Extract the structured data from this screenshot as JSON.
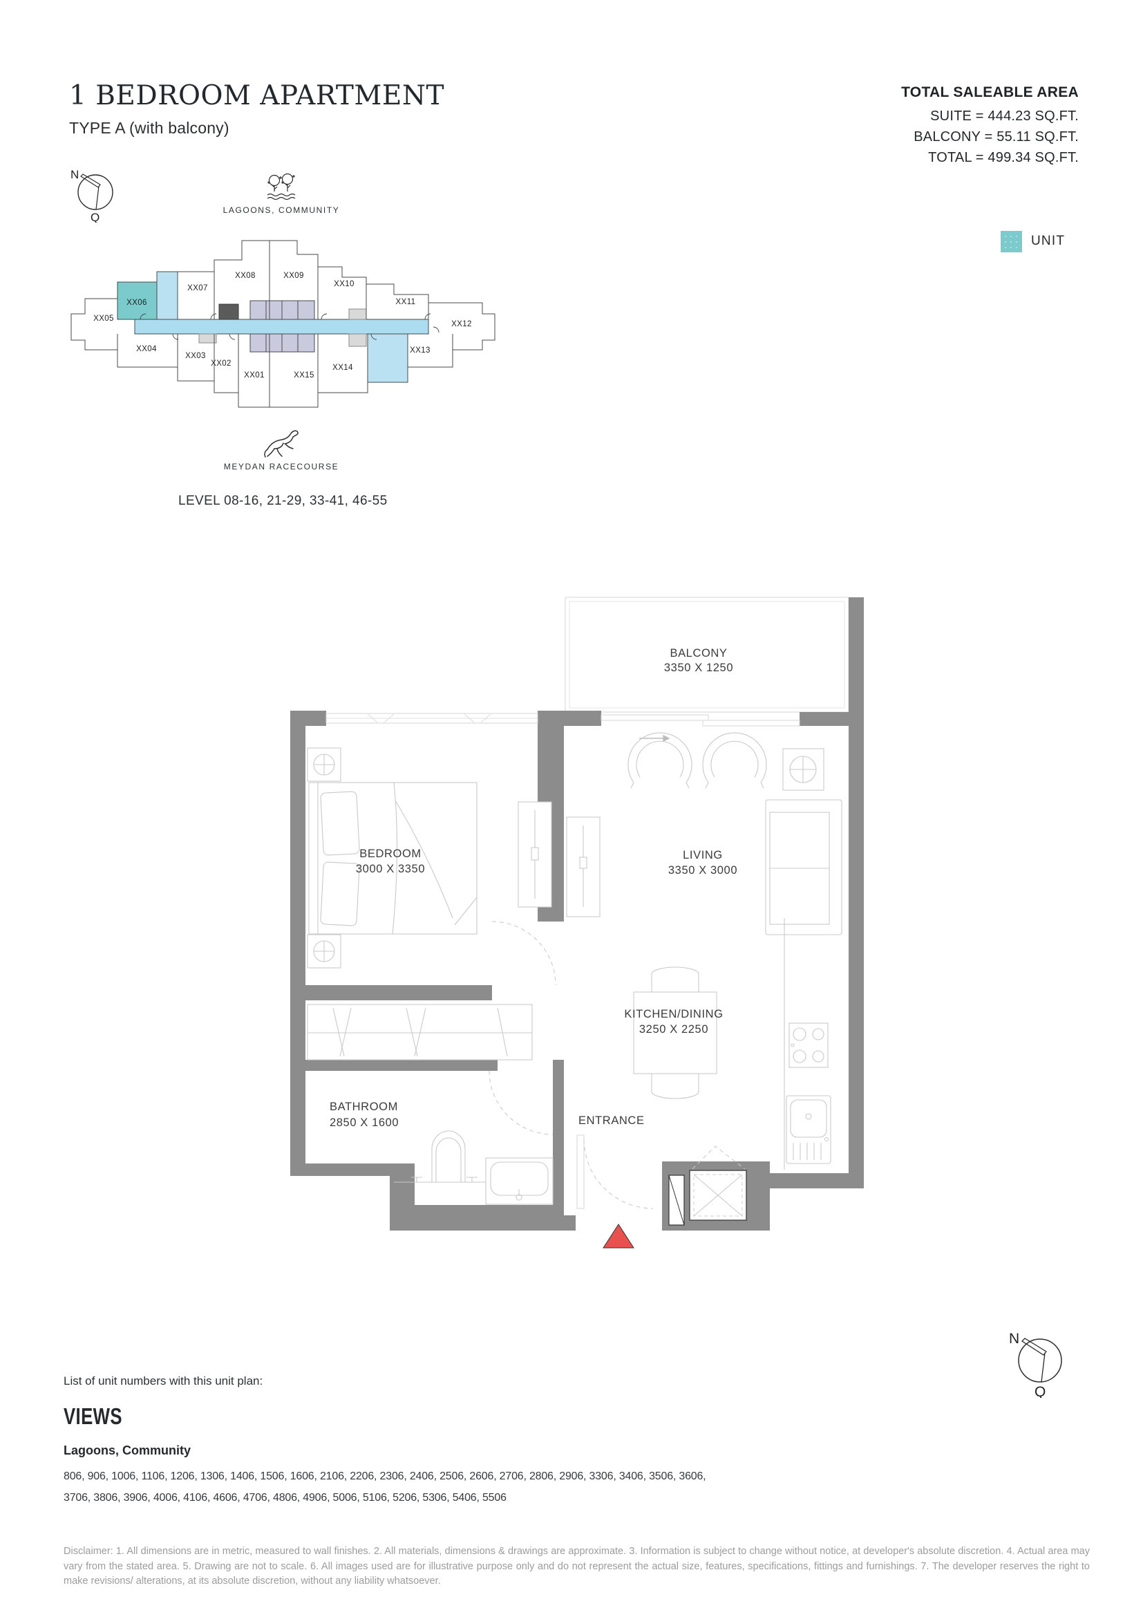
{
  "header": {
    "title": "1 BEDROOM APARTMENT",
    "subtitle": "TYPE A (with balcony)",
    "area_heading": "TOTAL SALEABLE AREA",
    "area_lines": [
      "SUITE = 444.23 SQ.FT.",
      "BALCONY = 55.11 SQ.FT.",
      "TOTAL = 499.34 SQ.FT."
    ]
  },
  "compass": {
    "north": "N",
    "q": "Q"
  },
  "keyplan": {
    "landmark_top": "LAGOONS, COMMUNITY",
    "landmark_bottom": "MEYDAN RACECOURSE",
    "level": "LEVEL 08-16, 21-29, 33-41, 46-55",
    "legend_label": "UNIT",
    "units": [
      "XX01",
      "XX02",
      "XX03",
      "XX04",
      "XX05",
      "XX06",
      "XX07",
      "XX08",
      "XX09",
      "XX10",
      "XX11",
      "XX12",
      "XX13",
      "XX14",
      "XX15"
    ]
  },
  "colors": {
    "unit_highlight": "#7bcbcd",
    "unit_secondary": "#b9e1f2",
    "corridor": "#acdcef",
    "core": "#cacade",
    "entrance_marker": "#e8514d"
  },
  "plan": {
    "rooms": {
      "balcony": {
        "name": "BALCONY",
        "dims": "3350 X 1250"
      },
      "bedroom": {
        "name": "BEDROOM",
        "dims": "3000 X 3350"
      },
      "living": {
        "name": "LIVING",
        "dims": "3350 X 3000"
      },
      "kitchen": {
        "name": "KITCHEN/DINING",
        "dims": "3250 X 2250"
      },
      "bathroom": {
        "name": "BATHROOM",
        "dims": "2850 X 1600"
      },
      "entrance": {
        "name": "ENTRANCE"
      }
    }
  },
  "footer": {
    "list_label": "List of unit numbers with this unit plan:",
    "views_heading": "VIEWS",
    "views_subheading": "Lagoons, Community",
    "unit_numbers_line1": "806, 906, 1006, 1106, 1206, 1306, 1406, 1506, 1606, 2106, 2206, 2306, 2406, 2506, 2606, 2706, 2806, 2906, 3306, 3406, 3506, 3606,",
    "unit_numbers_line2": "3706, 3806, 3906, 4006, 4106, 4606, 4706, 4806, 4906, 5006, 5106, 5206, 5306, 5406, 5506",
    "disclaimer": "Disclaimer: 1. All dimensions are in metric, measured to wall finishes. 2. All materials, dimensions & drawings are approximate. 3. Information is subject to change without notice, at developer's absolute discretion. 4. Actual area may vary from the stated area. 5. Drawing are not to scale. 6. All images used are for illustrative purpose only and do not represent the actual size, features, specifications, fittings and furnishings. 7. The developer reserves the right to make revisions/ alterations, at its absolute discretion, without any liability whatsoever."
  }
}
